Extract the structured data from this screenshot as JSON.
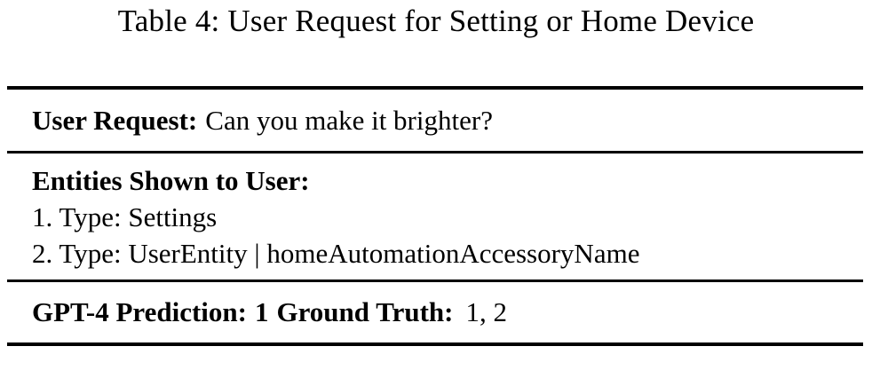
{
  "caption": {
    "text": "Table 4: User Request for Setting or Home Device"
  },
  "table": {
    "rows": {
      "request": {
        "label": "User Request:",
        "value": "Can you make it brighter?"
      },
      "entities": {
        "heading": "Entities Shown to User:",
        "items": [
          "1. Type: Settings",
          "2. Type: UserEntity | homeAutomationAccessoryName"
        ]
      },
      "prediction": {
        "prediction_label": "GPT-4 Prediction:",
        "prediction_value": "1",
        "ground_truth_label": "Ground Truth:",
        "ground_truth_value": "1, 2"
      }
    },
    "rule_color": "#000000"
  }
}
